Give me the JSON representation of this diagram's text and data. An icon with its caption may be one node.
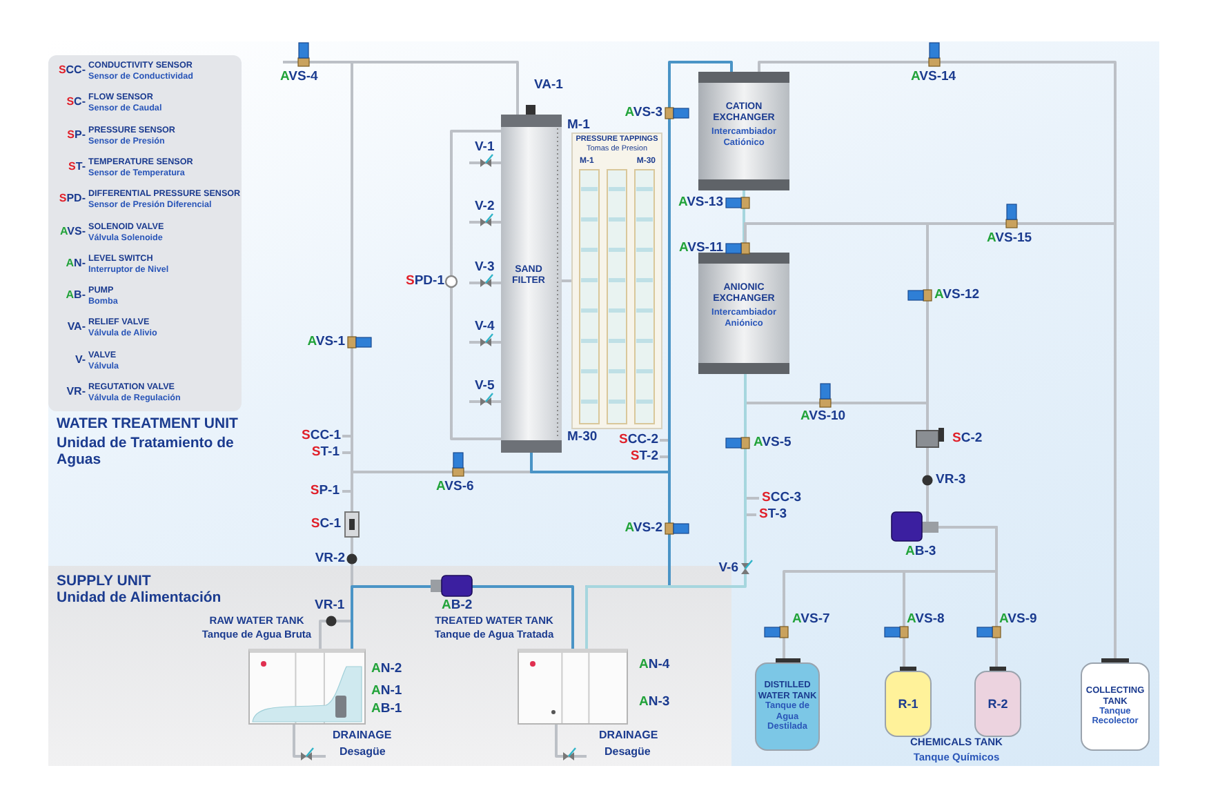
{
  "diagram": {
    "nodes": [
      {
        "text": [
          "WATER TREATMENT UNIT",
          "Unidad de Tratamiento de Aguas"
        ]
      },
      {
        "text": [
          "SUPPLY UNIT",
          "Unidad de Alimentación"
        ],
        "in": 0
      },
      {
        "text": [
          "SAND FILTER"
        ],
        "in": 0
      },
      {
        "text": [
          "PRESSURE TAPPINGS",
          "Tomas de Presion",
          "M-1",
          "M-30"
        ],
        "in": 0
      },
      {
        "text": [
          "CATION EXCHANGER",
          "Intercambiador Catiónico"
        ],
        "in": 0
      },
      {
        "text": [
          "ANIONIC EXCHANGER",
          "Intercambiador Aniónico"
        ],
        "in": 0
      },
      {
        "text": [
          "RAW WATER TANK",
          "Tanque de Agua Bruta"
        ],
        "in": 1
      },
      {
        "text": [
          "TREATED WATER TANK",
          "Tanque de Agua Tratada"
        ],
        "in": 1
      },
      {
        "text": [
          "DISTILLED WATER TANK",
          "Tanque de Agua Destilada"
        ],
        "in": 0
      },
      {
        "text": [
          "R-1"
        ],
        "in": 0
      },
      {
        "text": [
          "R-2"
        ],
        "in": 0
      },
      {
        "text": [
          "COLLECTING TANK",
          "Tanque Recolector"
        ],
        "in": 0
      }
    ],
    "edges": [
      {
        "from": 4,
        "to": 5,
        "arrow": "none",
        "color": "#a6d6de"
      },
      {
        "from": 2,
        "to": 3,
        "arrow": "none"
      },
      {
        "from": 6,
        "to": 2,
        "arrow": "none"
      },
      {
        "from": 2,
        "to": 4,
        "arrow": "none",
        "color": "#4a94c6"
      },
      {
        "from": 2,
        "to": 7,
        "arrow": "none",
        "color": "#4a94c6"
      },
      {
        "from": 6,
        "to": 7,
        "arrow": "none",
        "color": "#4a94c6"
      },
      {
        "from": 5,
        "to": 7,
        "arrow": "none",
        "color": "#a6d6de"
      },
      {
        "from": 4,
        "to": 11,
        "arrow": "none"
      },
      {
        "from": 5,
        "to": 11,
        "arrow": "none"
      },
      {
        "from": 8,
        "to": 5,
        "arrow": "none"
      },
      {
        "from": 9,
        "to": 5,
        "arrow": "none"
      },
      {
        "from": 10,
        "to": 5,
        "arrow": "none"
      }
    ],
    "labels": [
      "SCC-",
      "CONDUCTIVITY SENSOR",
      "Sensor de Conductividad",
      "SC-",
      "FLOW SENSOR",
      "Sensor de Caudal",
      "SP-",
      "PRESSURE SENSOR",
      "Sensor de Presión",
      "ST-",
      "TEMPERATURE SENSOR",
      "Sensor de Temperatura",
      "SPD-",
      "DIFFERENTIAL PRESSURE SENSOR",
      "Sensor de Presión Diferencial",
      "AVS-",
      "SOLENOID VALVE",
      "Válvula Solenoide",
      "AN-",
      "LEVEL SWITCH",
      "Interruptor de Nivel",
      "AB-",
      "PUMP",
      "Bomba",
      "VA-",
      "RELIEF VALVE",
      "Válvula de Alivio",
      "V-",
      "VALVE",
      "Válvula",
      "VR-",
      "REGUTATION VALVE",
      "Válvula de Regulación",
      "AVS-4",
      "VA-1",
      "M-1",
      "AVS-3",
      "AVS-14",
      "V-1",
      "AVS-13",
      "AVS-11",
      "AVS-15",
      "V-2",
      "SPD-1",
      "V-3",
      "AVS-12",
      "V-4",
      "AVS-1",
      "V-5",
      "AVS-10",
      "SCC-1",
      "M-30",
      "SCC-2",
      "ST-1",
      "ST-2",
      "AVS-5",
      "AVS-6",
      "SP-1",
      "SCC-3",
      "ST-3",
      "SC-2",
      "VR-3",
      "SC-1",
      "AB-3",
      "AVS-2",
      "VR-2",
      "VR-1",
      "AB-2",
      "V-6",
      "AVS-7",
      "AVS-8",
      "AVS-9",
      "AN-2",
      "AN-4",
      "AN-1",
      "AB-1",
      "AN-3",
      "DRAINAGE",
      "Desagüe",
      "DRAINAGE",
      "Desagüe",
      "CHEMICALS TANK",
      "Tanque Químicos"
    ]
  }
}
